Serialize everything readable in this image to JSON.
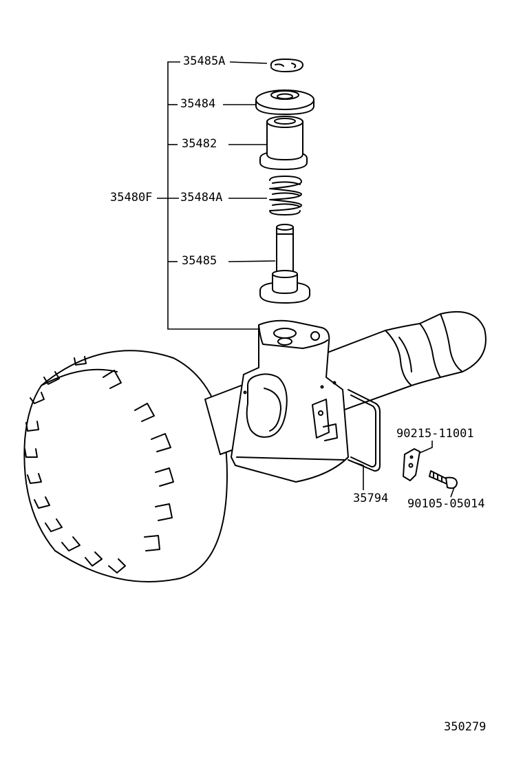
{
  "diagram": {
    "reference_number": "350279",
    "assembly_label": "35480F",
    "callouts": [
      {
        "id": "snap-ring",
        "part_number": "35485A"
      },
      {
        "id": "retainer",
        "part_number": "35484"
      },
      {
        "id": "piston",
        "part_number": "35482"
      },
      {
        "id": "spring",
        "part_number": "35484A"
      },
      {
        "id": "plunger",
        "part_number": "35485"
      },
      {
        "id": "bracket-wire",
        "part_number": "35794"
      },
      {
        "id": "plate",
        "part_number": "90215-11001"
      },
      {
        "id": "bolt",
        "part_number": "90105-05014"
      }
    ]
  }
}
